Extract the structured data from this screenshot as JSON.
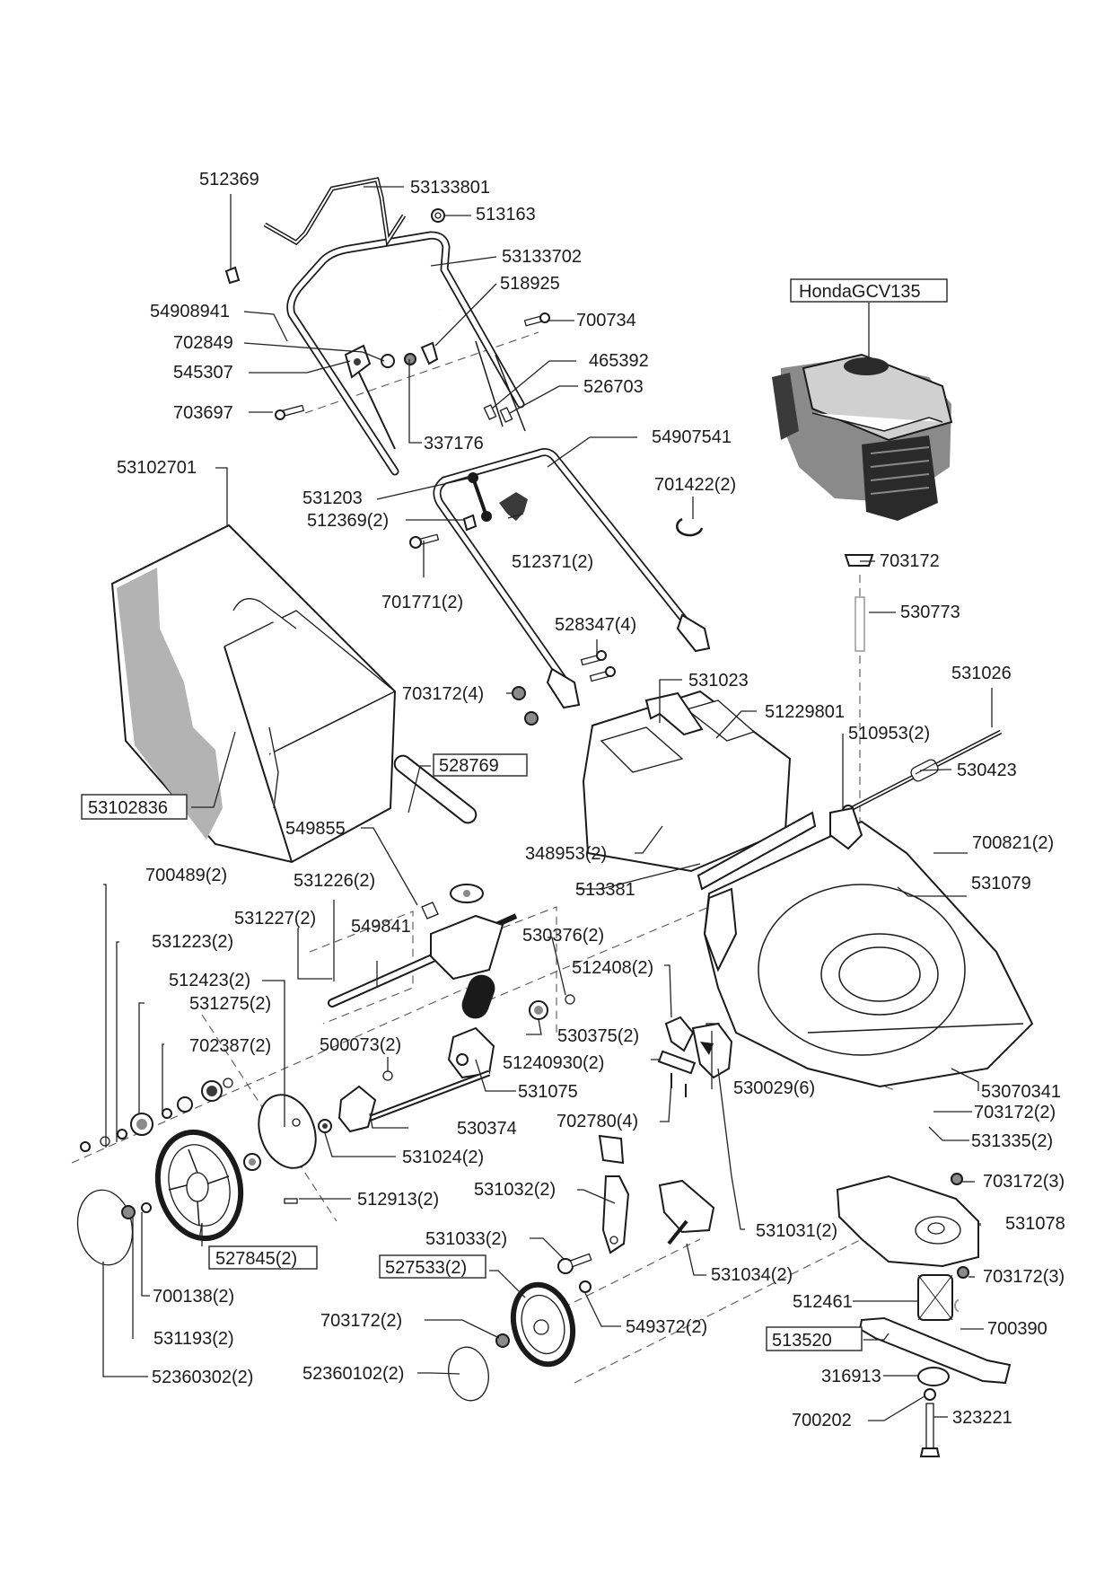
{
  "diagram": {
    "type": "exploded parts diagram",
    "subject": "lawn mower",
    "engine": {
      "label": "HondaGCV135",
      "boxed": true
    },
    "parts": {
      "p512369": "512369",
      "p53133801": "53133801",
      "p513163": "513163",
      "p53133702": "53133702",
      "p518925": "518925",
      "p54908941": "54908941",
      "p700734": "700734",
      "p702849": "702849",
      "p465392": "465392",
      "p545307": "545307",
      "p526703": "526703",
      "p703697": "703697",
      "p337176": "337176",
      "p54907541": "54907541",
      "p53102701": "53102701",
      "p531203": "531203",
      "p701422_2": "701422(2)",
      "p512369_2": "512369(2)",
      "p512371_2": "512371(2)",
      "p703172_top": "703172",
      "p701771_2": "701771(2)",
      "p530773": "530773",
      "p528347_4": "528347(4)",
      "p531023": "531023",
      "p531026": "531026",
      "p703172_4": "703172(4)",
      "p51229801": "51229801",
      "p510953_2": "510953(2)",
      "p528769": "528769",
      "p530423": "530423",
      "p53102836": "53102836",
      "p549855": "549855",
      "p348953_2": "348953(2)",
      "p700821_2": "700821(2)",
      "p700489_2": "700489(2)",
      "p531226_2": "531226(2)",
      "p513381": "513381",
      "p531079": "531079",
      "p531227_2": "531227(2)",
      "p549841": "549841",
      "p531223_2": "531223(2)",
      "p530376_2": "530376(2)",
      "p512423_2": "512423(2)",
      "p512408_2": "512408(2)",
      "p531275_2": "531275(2)",
      "p530375_2": "530375(2)",
      "p500073_2": "500073(2)",
      "p51240930_2": "51240930(2)",
      "p702387_2": "702387(2)",
      "p531075": "531075",
      "p530029_6": "530029(6)",
      "p53070341": "53070341",
      "p702780_4": "702780(4)",
      "p703172_2a": "703172(2)",
      "p530374": "530374",
      "p531335_2": "531335(2)",
      "p531024_2": "531024(2)",
      "p703172_3a": "703172(3)",
      "p531032_2": "531032(2)",
      "p512913_2": "512913(2)",
      "p531078": "531078",
      "p531031_2": "531031(2)",
      "p531033_2": "531033(2)",
      "p527845_2": "527845(2)",
      "p531034_2": "531034(2)",
      "p527533_2": "527533(2)",
      "p703172_3b": "703172(3)",
      "p700138_2": "700138(2)",
      "p512461": "512461",
      "p549372_2": "549372(2)",
      "p703172_2b": "703172(2)",
      "p700390": "700390",
      "p513520": "513520",
      "p531193_2": "531193(2)",
      "p316913": "316913",
      "p52360102_2": "52360102(2)",
      "p52360302_2": "52360302(2)",
      "p700202": "700202",
      "p323221": "323221"
    },
    "boxed_parts": [
      "HondaGCV135",
      "528769",
      "53102836",
      "527845(2)",
      "527533(2)",
      "513520"
    ]
  }
}
